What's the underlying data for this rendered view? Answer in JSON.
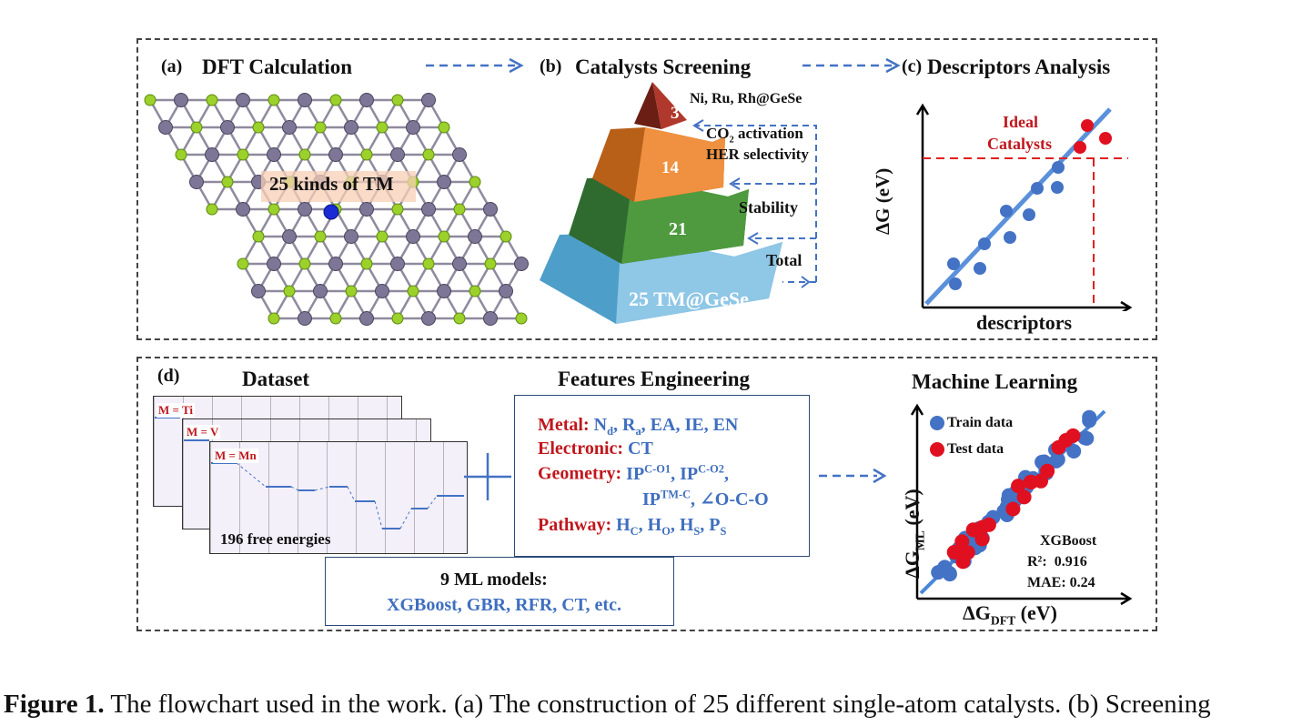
{
  "panel_a": {
    "tag": "(a)",
    "title": "DFT Calculation",
    "overlay": "25 kinds of TM"
  },
  "panel_b": {
    "tag": "(b)",
    "title": "Catalysts Screening",
    "levels": [
      "3",
      "14",
      "21",
      "25 TM@GeSe"
    ],
    "annotations": [
      "Ni, Ru, Rh@GeSe",
      "CO",
      "2",
      " activation",
      "HER selectivity",
      "Stability",
      "Total"
    ]
  },
  "panel_c": {
    "tag": "(c)",
    "title": "Descriptors Analysis",
    "ideal_1": "Ideal",
    "ideal_2": "Catalysts",
    "xlabel": "descriptors",
    "ylabel": "ΔG (eV)"
  },
  "panel_d": {
    "tag": "(d)",
    "dataset_title": "Dataset",
    "features_title": "Features Engineering",
    "ml_title": "Machine Learning",
    "sheets": [
      "M = Ti",
      "M = V",
      "M = Mn"
    ],
    "free_energies": "196 free energies",
    "features": {
      "metal_key": "Metal:",
      "electronic_key": "Electronic:",
      "electronic_val": "CT",
      "geometry_key": "Geometry:",
      "pathway_key": "Pathway:"
    },
    "models_title": "9 ML models:",
    "models_list": "XGBoost, GBR, RFR, CT, etc."
  },
  "chart_data": {
    "type": "scatter",
    "title": "Machine Learning",
    "xlabel": "ΔG_DFT (eV)",
    "ylabel": "ΔG_ML (eV)",
    "series": [
      {
        "name": "Train data",
        "color": "#4472c4"
      },
      {
        "name": "Test data",
        "color": "#e01020"
      }
    ],
    "annotations": {
      "model": "XGBoost",
      "r2_label": "R²:",
      "r2": "0.916",
      "mae_label": "MAE:",
      "mae": "0.24"
    }
  },
  "caption": {
    "figure": "Figure 1.",
    "text": " The flowchart used in the work. (a) The construction of 25 different single-atom catalysts. (b) Screening"
  },
  "colors": {
    "accent_blue": "#4472c4",
    "accent_red": "#e01020",
    "panel_border": "#444444"
  }
}
